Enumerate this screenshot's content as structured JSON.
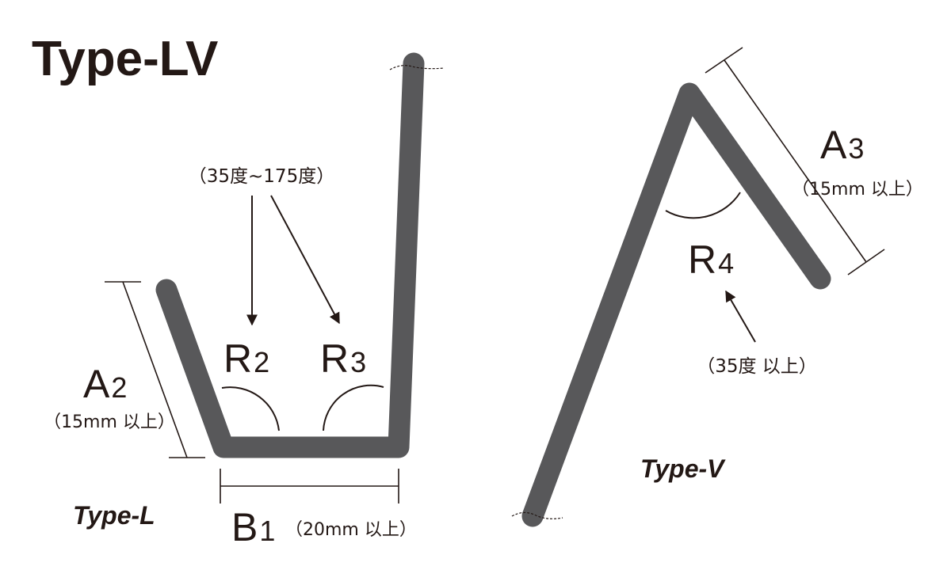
{
  "title": "Type-LV",
  "type_l": {
    "caption": "Type-L",
    "note_angle": "（35度~175度）",
    "r2": {
      "main": "R",
      "sub": "2"
    },
    "r3": {
      "main": "R",
      "sub": "3"
    },
    "a2": {
      "main": "A",
      "sub": "2",
      "note": "（15mm 以上）"
    },
    "b1": {
      "main": "B",
      "sub": "1",
      "note": "（20mm 以上）"
    }
  },
  "type_v": {
    "caption": "Type-V",
    "a3": {
      "main": "A",
      "sub": "3",
      "note": "（15mm 以上）"
    },
    "r4": {
      "main": "R",
      "sub": "4"
    },
    "note_angle": "（35度 以上）"
  },
  "colors": {
    "wire": "#58585a",
    "ink": "#231815",
    "background": "#ffffff"
  }
}
